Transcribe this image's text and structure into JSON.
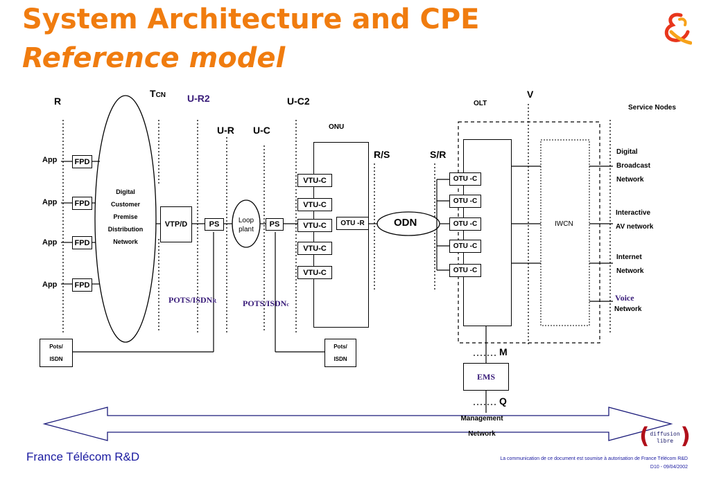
{
  "title": {
    "line1": "System Architecture and CPE",
    "line2": "Reference model"
  },
  "ref_points": {
    "r": "R",
    "t": "T",
    "t_sub": "CN",
    "u_r2": "U-R2",
    "u_r": "U-R",
    "u_c": "U-C",
    "u_c2": "U-C2",
    "rs": "R/S",
    "sr": "S/R",
    "v": "V",
    "m": "M",
    "q": "Q"
  },
  "diagram": {
    "app_label": "App",
    "fpd_label": "FPD",
    "dcpd": [
      "Digital",
      "Customer",
      "Premise",
      "Distribution",
      "Network"
    ],
    "vtp": "VTP/D",
    "ps": "PS",
    "loop": [
      "Loop",
      "plant"
    ],
    "onu": "ONU",
    "vtu": "VTU-C",
    "otu_r": "OTU -R",
    "odn": "ODN",
    "olt": "OLT",
    "otu_c": "OTU -C",
    "iwcn": "IWCN",
    "service_nodes": "Service Nodes",
    "services": {
      "digital": [
        "Digital",
        "Broadcast",
        "Network"
      ],
      "interactive": [
        "Interactive",
        "AV network"
      ],
      "internet": [
        "Internet",
        "Network"
      ],
      "voice": "Voice",
      "voice_net": "Network"
    },
    "pots_r": "POTS/ISDN",
    "pots_r_sub": "R",
    "pots_c": "POTS/ISDN",
    "pots_c_sub": "c",
    "pots_box": [
      "Pots/",
      "ISDN"
    ],
    "ems": "EMS",
    "mgmt": [
      "Management",
      "Network"
    ]
  },
  "footer": {
    "left": "France Télécom R&D",
    "legal": "La communication de ce document est soumise à autorisation de France Télécom R&D",
    "ref": "D10 - 09/04/2002",
    "badge": [
      "diffusion",
      "libre"
    ]
  },
  "colors": {
    "title": "#f07c0f",
    "accent_purple": "#3a1d7a",
    "footer_blue": "#1a1aa0"
  }
}
